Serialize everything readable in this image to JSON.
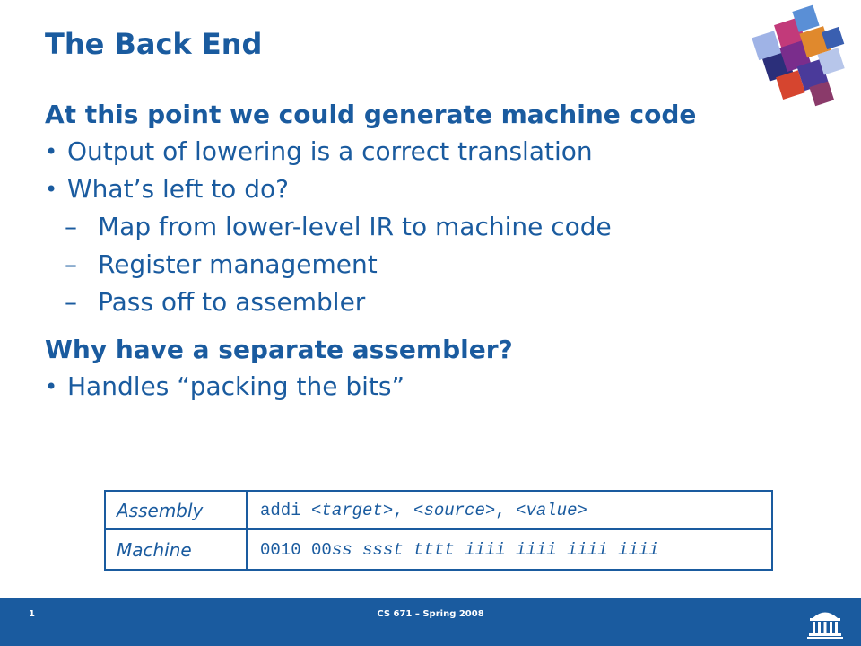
{
  "slide": {
    "title": "The Back End",
    "section1": {
      "heading": "At this point we could generate machine code",
      "bullets": [
        "Output of lowering is a correct translation",
        "What’s left to do?"
      ],
      "subbullets": [
        "Map from lower-level IR to machine code",
        "Register management",
        "Pass off to assembler"
      ]
    },
    "section2": {
      "heading": "Why have a separate assembler?",
      "bullets": [
        "Handles “packing the bits”"
      ]
    }
  },
  "markers": {
    "bullet": "•",
    "dash": "–"
  },
  "encoding_table": {
    "rows": [
      {
        "label": "Assembly",
        "parts": [
          "addi ",
          "<target>",
          ", ",
          "<source>",
          ", ",
          "<value>"
        ]
      },
      {
        "label": "Machine",
        "parts": [
          "0010 00",
          "ss ssst tttt iiii iiii iiii iiii"
        ]
      }
    ]
  },
  "footer": {
    "page_number": "1",
    "course": "CS 671 – Spring 2008"
  },
  "icons": {
    "top_right": "stacked-cubes-logo-icon",
    "bottom_right": "university-rotunda-icon"
  },
  "colors": {
    "primary": "#1a5b9f",
    "background": "#ffffff",
    "footer_text": "#ffffff"
  }
}
